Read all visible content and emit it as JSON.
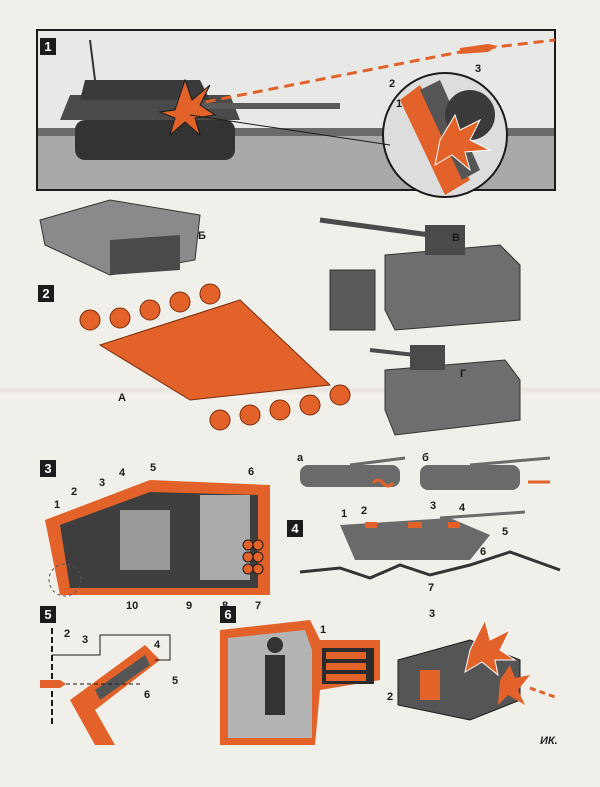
{
  "colors": {
    "orange": "#e2622a",
    "dark": "#3e3e3e",
    "mid": "#7b7b7b",
    "light": "#b7b7b7",
    "paper": "#f1efea"
  },
  "panels": [
    {
      "number": "1",
      "labels": [
        "1",
        "2",
        "3"
      ]
    },
    {
      "number": "2",
      "labels": [
        "Б",
        "В",
        "Г",
        "А"
      ]
    },
    {
      "number": "3",
      "labels": [
        "1",
        "2",
        "3",
        "4",
        "5",
        "6",
        "7",
        "8",
        "9",
        "10"
      ]
    },
    {
      "number": "4",
      "variants": [
        "а",
        "б"
      ],
      "labels": [
        "1",
        "2",
        "3",
        "4",
        "5",
        "6",
        "7"
      ]
    },
    {
      "number": "5",
      "labels": [
        "2",
        "3",
        "4",
        "5",
        "6"
      ]
    },
    {
      "number": "6",
      "labels": [
        "1",
        "3",
        "2"
      ]
    }
  ],
  "signature": "ИК."
}
